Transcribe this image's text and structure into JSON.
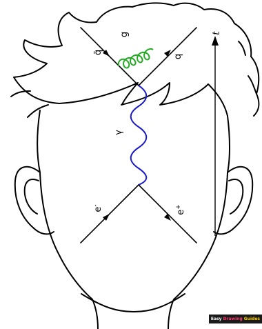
{
  "particles": {
    "antiquark": "q̄",
    "gluon": "g",
    "quark": "q",
    "photon": "γ",
    "electron": "e",
    "electron_charge": "-",
    "positron": "e",
    "positron_charge": "+"
  },
  "axis": {
    "time_label": "t"
  },
  "colors": {
    "gluon": "#22aa22",
    "photon": "#1a1acc",
    "lines": "#000000"
  },
  "watermark": {
    "part1": "Easy ",
    "part2": "Drawing",
    "part3": " Guides"
  }
}
